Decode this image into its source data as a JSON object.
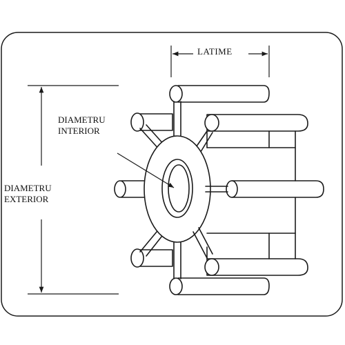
{
  "labels": {
    "width": "LATIME",
    "inner_diameter": [
      "DIAMETRU",
      "INTERIOR"
    ],
    "outer_diameter": [
      "DIAMETRU",
      "EXTERIOR"
    ]
  },
  "colors": {
    "line": "#1a1a1a",
    "background": "#ffffff"
  }
}
